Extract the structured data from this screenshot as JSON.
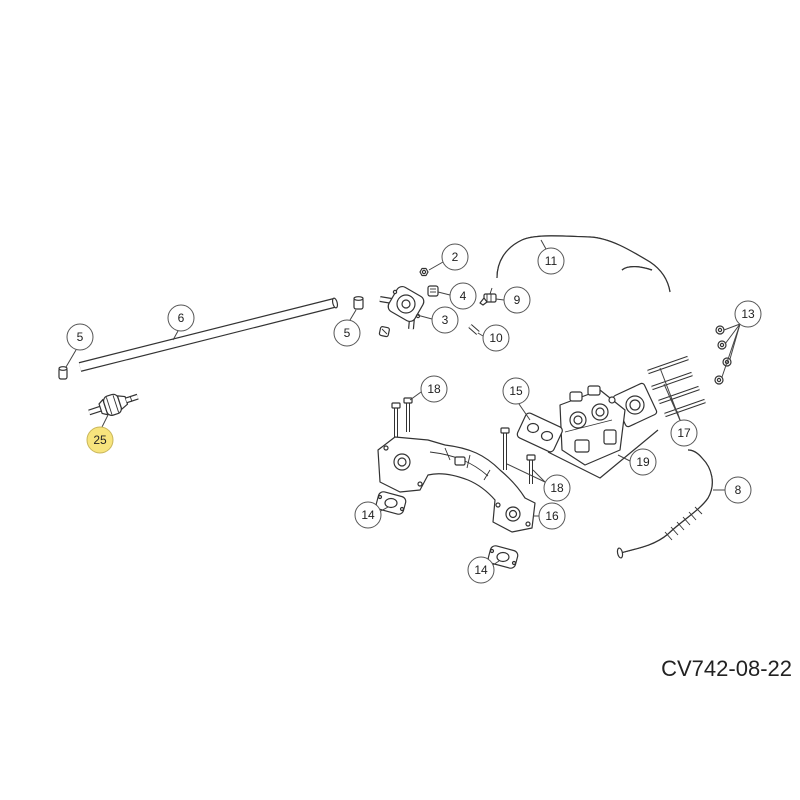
{
  "diagram": {
    "drawing_number": "CV742-08-22",
    "highlight_color": "#f7e47d",
    "callouts": [
      {
        "label": "2"
      },
      {
        "label": "11"
      },
      {
        "label": "4"
      },
      {
        "label": "9"
      },
      {
        "label": "6"
      },
      {
        "label": "5"
      },
      {
        "label": "5"
      },
      {
        "label": "3"
      },
      {
        "label": "10"
      },
      {
        "label": "13"
      },
      {
        "label": "18"
      },
      {
        "label": "15"
      },
      {
        "label": "25",
        "highlighted": true
      },
      {
        "label": "17"
      },
      {
        "label": "19"
      },
      {
        "label": "8"
      },
      {
        "label": "18"
      },
      {
        "label": "14"
      },
      {
        "label": "16"
      },
      {
        "label": "14"
      }
    ]
  }
}
